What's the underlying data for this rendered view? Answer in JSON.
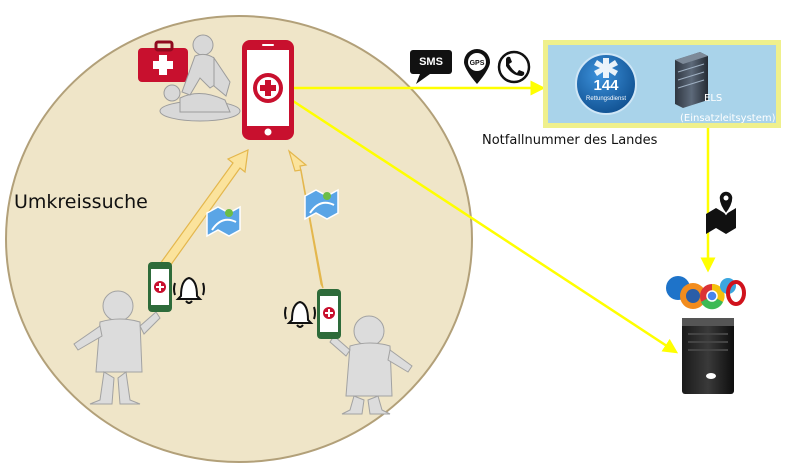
{
  "labels": {
    "circle_area": "Umkreissuche",
    "emergency_number": "Notfallnummer des Landes",
    "els_name": "ELS",
    "els_full": "(Einsatzleitsystem)",
    "rescue_number": "144",
    "rescue_service": "Rettungsdienst",
    "sms": "SMS",
    "gps": "GPS"
  },
  "icons": [
    "first-aid-kit-icon",
    "cpr-scene-icon",
    "first-aider-phone-icon",
    "sms-icon",
    "gps-pin-icon",
    "phone-call-icon",
    "star-of-life-icon",
    "server-tower-icon",
    "map-route-icon",
    "map-location-icon",
    "browser-logos-icon",
    "web-server-icon",
    "bell-icon",
    "person-with-phone-icon"
  ],
  "colors": {
    "circle_fill": "#efe5c8",
    "circle_stroke": "#b2a079",
    "connector": "#ffff00",
    "arrow_fill": "#fbe39c",
    "arrow_stroke": "#e4b74d",
    "phone_red": "#c8102e",
    "phone_green": "#2e6b3a",
    "panel_fill": "#a9d3ea",
    "panel_glow": "#eff08c",
    "rescue_blue": "#1d6fb8"
  }
}
